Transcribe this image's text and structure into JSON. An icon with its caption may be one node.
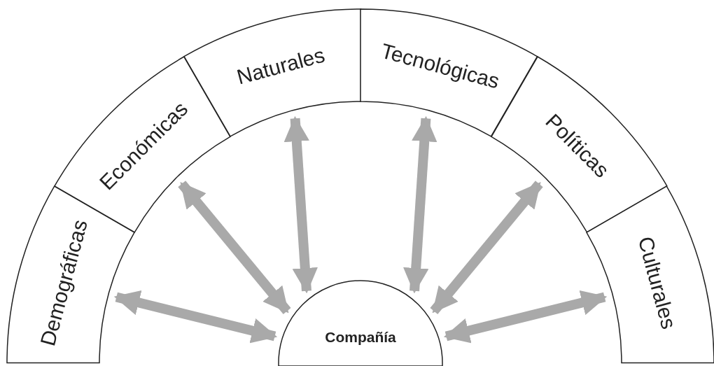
{
  "diagram": {
    "nodes": [
      {
        "text": [
          "Demográficas"
        ]
      },
      {
        "text": [
          "Económicas"
        ]
      },
      {
        "text": [
          "Naturales"
        ]
      },
      {
        "text": [
          "Tecnológicas"
        ]
      },
      {
        "text": [
          "Políticas"
        ]
      },
      {
        "text": [
          "Culturales"
        ]
      },
      {
        "text": [
          "Compañía"
        ]
      }
    ],
    "edges": [
      {
        "from": 6,
        "to": 0,
        "arrow": "both"
      },
      {
        "from": 6,
        "to": 1,
        "arrow": "both"
      },
      {
        "from": 6,
        "to": 2,
        "arrow": "both"
      },
      {
        "from": 6,
        "to": 3,
        "arrow": "both"
      },
      {
        "from": 6,
        "to": 4,
        "arrow": "both"
      },
      {
        "from": 6,
        "to": 5,
        "arrow": "both"
      }
    ]
  }
}
